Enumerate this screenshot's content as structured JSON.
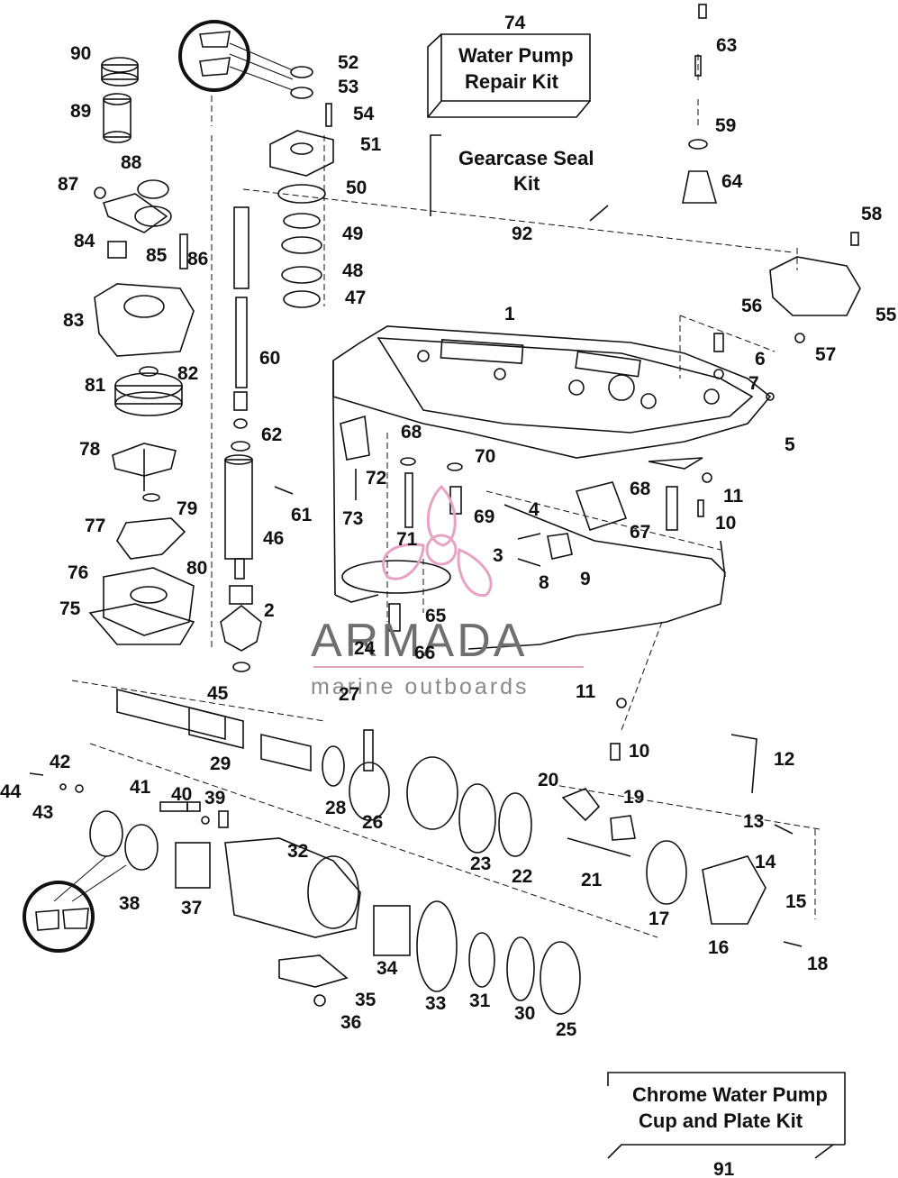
{
  "kits": {
    "water_pump": {
      "number": "74",
      "line1": "Water Pump",
      "line2": "Repair Kit"
    },
    "gearcase_seal": {
      "number": "92",
      "line1": "Gearcase Seal",
      "line2": "Kit"
    },
    "chrome_cup": {
      "number": "91",
      "line1": "Chrome Water Pump",
      "line2": "Cup and Plate Kit"
    }
  },
  "brand": {
    "name": "ARMADA",
    "tagline": "marine outboards",
    "accent_color": "#e6a3c4"
  },
  "callouts": [
    "1",
    "2",
    "3",
    "4",
    "5",
    "6",
    "7",
    "8",
    "9",
    "10",
    "10",
    "11",
    "11",
    "12",
    "13",
    "14",
    "15",
    "16",
    "17",
    "18",
    "19",
    "20",
    "21",
    "22",
    "23",
    "24",
    "25",
    "26",
    "27",
    "28",
    "29",
    "30",
    "31",
    "32",
    "33",
    "34",
    "35",
    "36",
    "37",
    "38",
    "39",
    "40",
    "41",
    "42",
    "43",
    "44",
    "45",
    "46",
    "47",
    "48",
    "49",
    "50",
    "51",
    "52",
    "53",
    "54",
    "55",
    "56",
    "57",
    "58",
    "59",
    "60",
    "61",
    "62",
    "63",
    "64",
    "65",
    "66",
    "67",
    "68",
    "68",
    "69",
    "70",
    "71",
    "72",
    "73",
    "75",
    "76",
    "77",
    "78",
    "79",
    "80",
    "81",
    "82",
    "83",
    "84",
    "85",
    "86",
    "87",
    "88",
    "89",
    "90"
  ]
}
